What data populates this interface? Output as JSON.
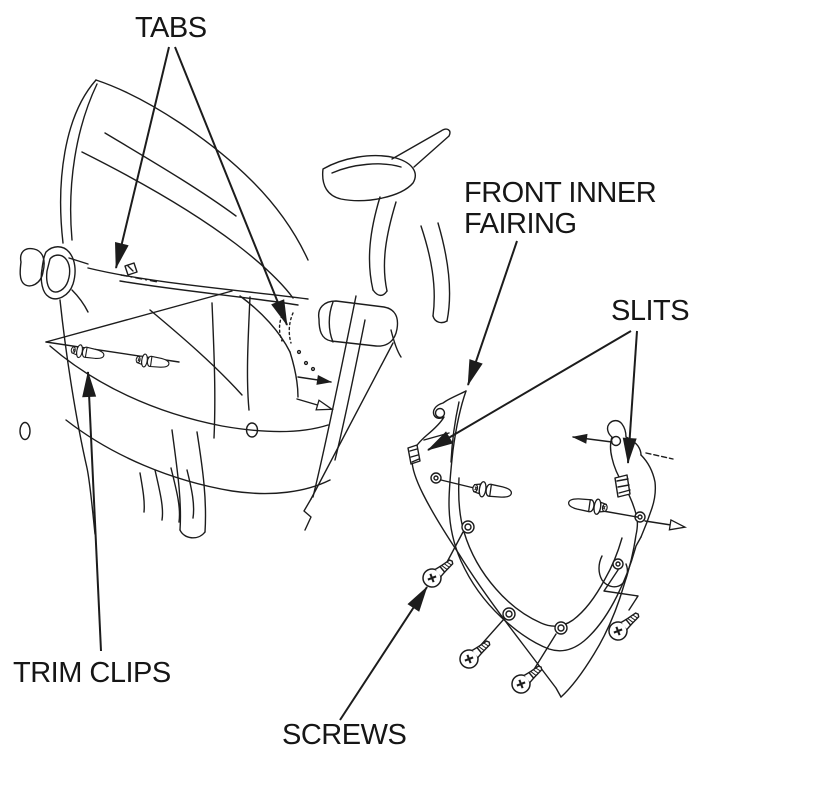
{
  "page": {
    "background": "#ffffff",
    "line_color": "#1c1c1c",
    "text_color": "#161616"
  },
  "labels": {
    "tabs": "TABS",
    "front_inner_fairing": {
      "line1": "FRONT INNER",
      "line2": "FAIRING"
    },
    "slits": "SLITS",
    "trim_clips": "TRIM CLIPS",
    "screws": "SCREWS"
  },
  "figure": {
    "left_view": "fairing-installed-view",
    "right_view": "inner-fairing-panel-view",
    "counts": {
      "tabs_arrows": 2,
      "slits": 2,
      "screws": 4,
      "trim_clips_left_view": 2,
      "trim_clips_right_view": 2
    }
  }
}
